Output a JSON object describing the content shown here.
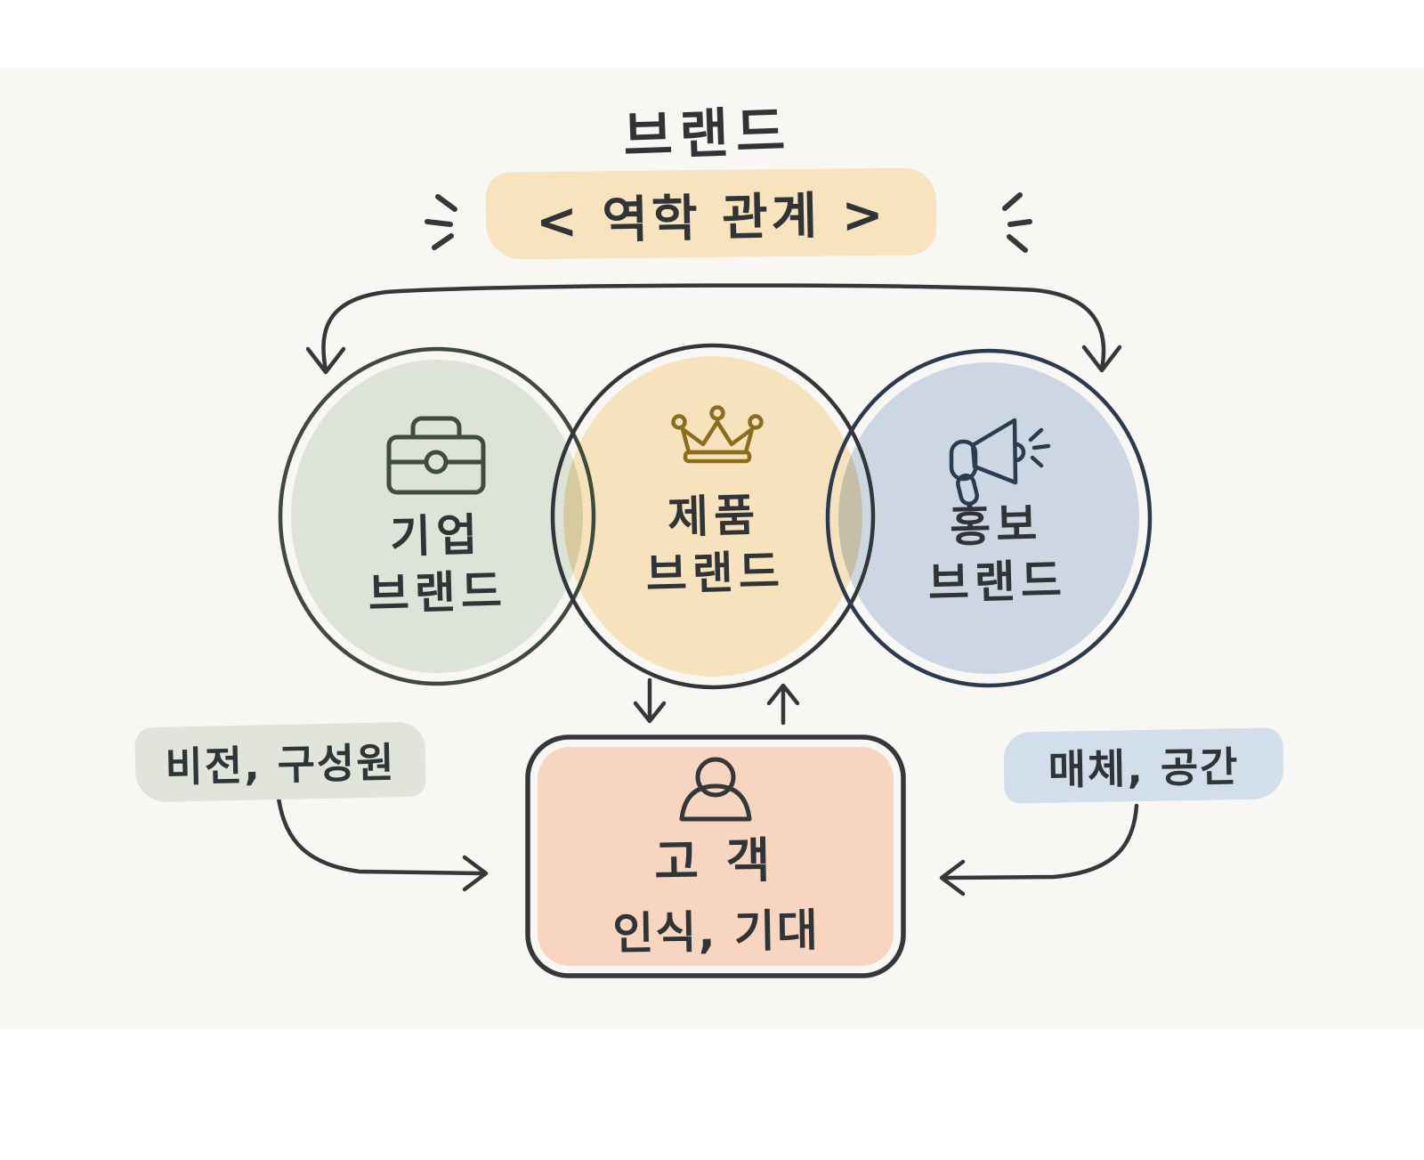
{
  "header": {
    "title": "브랜드",
    "subtitle": "< 역학 관계 >"
  },
  "circles": [
    {
      "id": "corporate-brand",
      "icon": "briefcase-icon",
      "line1": "기업",
      "line2": "브랜드"
    },
    {
      "id": "product-brand",
      "icon": "crown-icon",
      "line1": "제품",
      "line2": "브랜드"
    },
    {
      "id": "promotion-brand",
      "icon": "megaphone-icon",
      "line1": "홍보",
      "line2": "브랜드"
    }
  ],
  "customer_box": {
    "icon": "person-icon",
    "line1": "고 객",
    "line2": "인식, 기대"
  },
  "annotations": {
    "left_note": "비전, 구성원",
    "right_note": "매체, 공간"
  },
  "colors": {
    "ink": "#34383b",
    "paper": "#f8f7f4",
    "title_highlight": "#f7e3bd",
    "corporate_fill": "#dee3d8",
    "corporate_stroke": "#3e4a3c",
    "product_fill": "#f6e3bd",
    "product_stroke": "#32363a",
    "promotion_fill": "#ccd7e3",
    "promotion_stroke": "#2d3a4c",
    "customer_fill": "#f8d5c0",
    "left_note_bg": "#e0e4da",
    "right_note_bg": "#d3deeb",
    "briefcase_green": "#3d4e3a",
    "crown_gold": "#8c6d1d",
    "megaphone_navy": "#2c3c50"
  }
}
